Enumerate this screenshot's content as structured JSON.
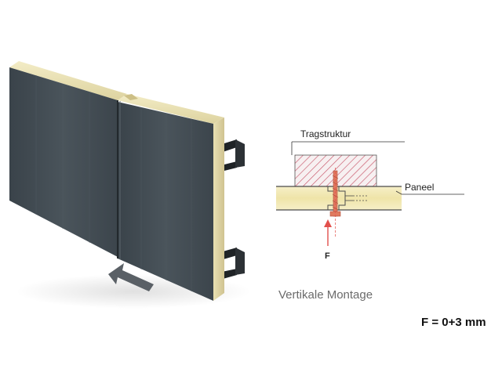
{
  "diagram": {
    "labels": {
      "support_structure": "Tragstruktur",
      "panel": "Paneel",
      "force": "F",
      "caption": "Vertikale Montage",
      "formula": "F = 0+3 mm"
    },
    "colors": {
      "panel_face": "#414b52",
      "foam_core": "#e7dfb0",
      "panel_core_section": "#f1e7b4",
      "hatch": "#c8566a",
      "screw": "#e07a5f",
      "force_arrow": "#e2504c",
      "direction_arrow": "#5a6066",
      "bracket": "#1f2326"
    }
  }
}
